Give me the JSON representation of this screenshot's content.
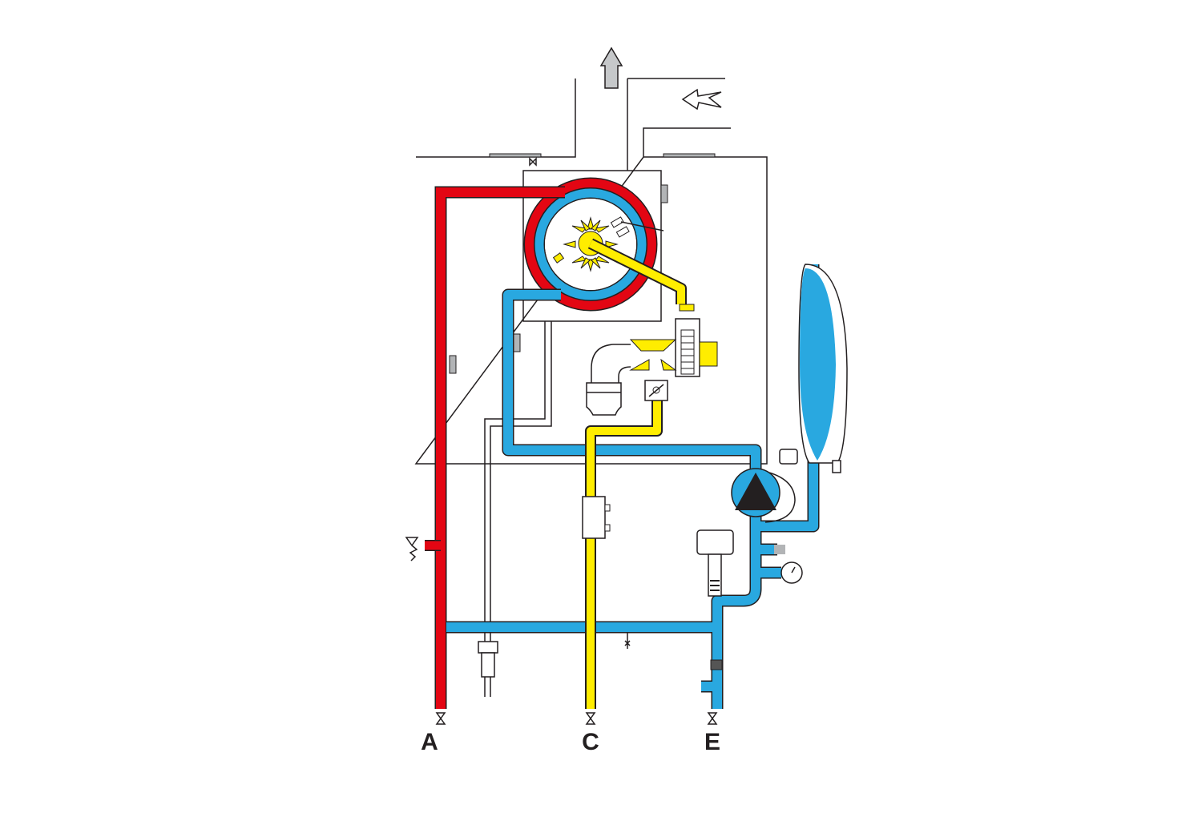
{
  "colors": {
    "hot_water": "#e30613",
    "heating_circuit": "#29a8e0",
    "gas": "#ffed00",
    "outline": "#231f20",
    "component_gray": "#b2b4b6"
  },
  "labels": {
    "A": "A",
    "C": "C",
    "E": "E"
  }
}
